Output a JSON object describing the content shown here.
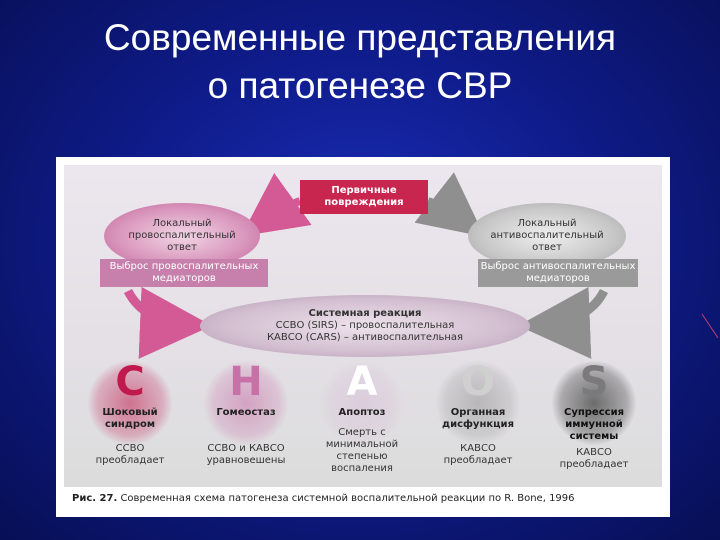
{
  "title": {
    "line1": "Современные представления",
    "line2": "о патогенезе СВР"
  },
  "diagram": {
    "primary": "Первичные повреждения",
    "left_ellipse": "Локальный провоспалительный ответ",
    "right_ellipse": "Локальный антивоспалительный ответ",
    "left_release": "Выброс провоспалительных медиаторов",
    "right_release": "Выброс антивоспалительных медиаторов",
    "systemic": {
      "title": "Системная реакция",
      "line1": "ССВО (SIRS) – провоспалительная",
      "line2": "КАВСО (CARS) – антивоспалительная"
    },
    "chaos": [
      {
        "letter": "C",
        "label": "Шоковый синдром",
        "sub": "ССВО преобладает",
        "color": "#c0194d"
      },
      {
        "letter": "H",
        "label": "Гомеостаз",
        "sub": "ССВО и КАВСО уравновешены",
        "color": "#c870a8"
      },
      {
        "letter": "A",
        "label": "Апоптоз",
        "sub": "Смерть с минимальной степенью воспаления",
        "color": "#d9c4d9"
      },
      {
        "letter": "O",
        "label": "Органная дисфункция",
        "sub": "КАВСО преобладает",
        "color": "#b9b9b9"
      },
      {
        "letter": "S",
        "label": "Супрессия иммунной системы",
        "sub": "КАВСО преобладает",
        "color": "#5e5e5e"
      }
    ]
  },
  "caption": {
    "prefix": "Рис. 27.",
    "text": "Современная схема патогенеза системной воспалительной реакции по R. Bone, 1996"
  }
}
